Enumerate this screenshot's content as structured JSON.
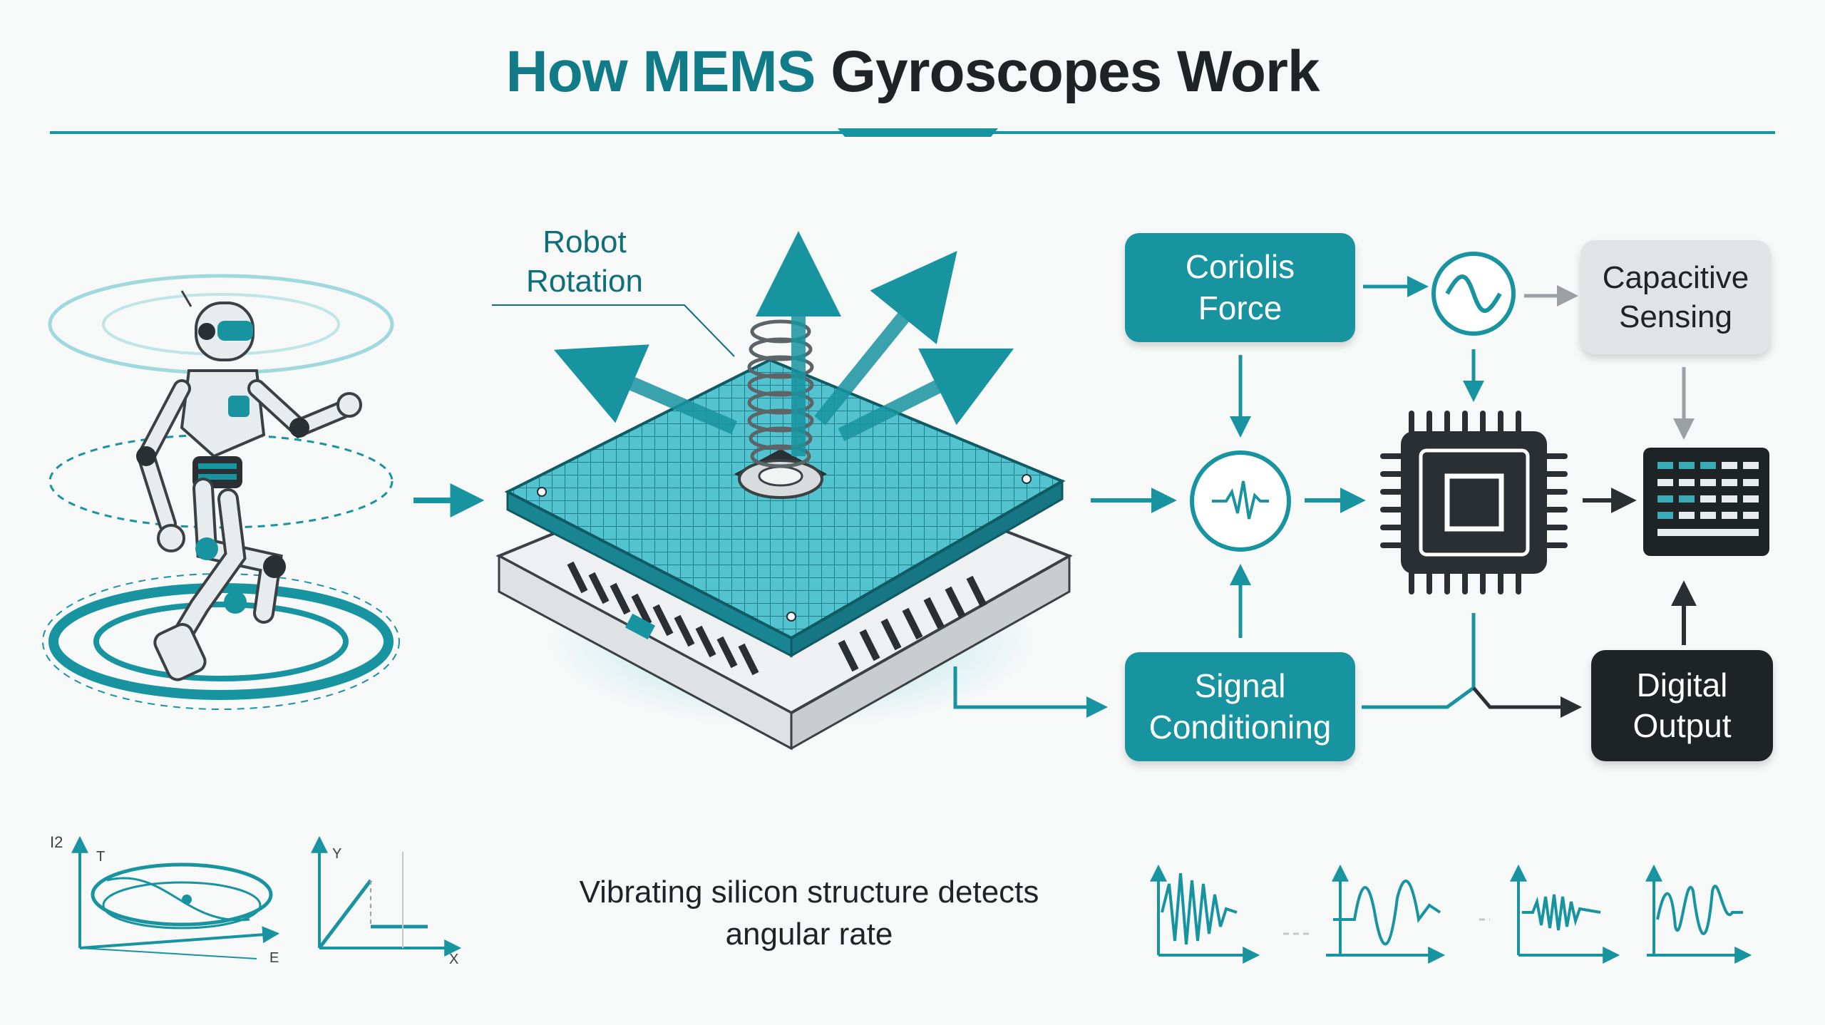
{
  "title": {
    "part1": "How MEMS",
    "part2": "Gyroscopes Work"
  },
  "chip_label": {
    "line1": "Robot",
    "line2": "Rotation"
  },
  "boxes": {
    "coriolis": {
      "line1": "Coriolis",
      "line2": "Force"
    },
    "capacitive": {
      "line1": "Capacitive",
      "line2": "Sensing"
    },
    "signal": {
      "line1": "Signal",
      "line2": "Conditioning"
    },
    "digital": {
      "line1": "Digital",
      "line2": "Output"
    }
  },
  "caption": {
    "line1": "Vibrating silicon structure detects",
    "line2": "angular rate"
  },
  "axes": {
    "plot1": {
      "top": "I2",
      "y": "T",
      "x": "E"
    },
    "plot2": {
      "y": "Y",
      "x": "X"
    }
  },
  "colors": {
    "teal": "#1893a0",
    "dark_teal": "#0f6e78",
    "dark": "#1e2326",
    "grey_box": "#e1e3e4"
  }
}
